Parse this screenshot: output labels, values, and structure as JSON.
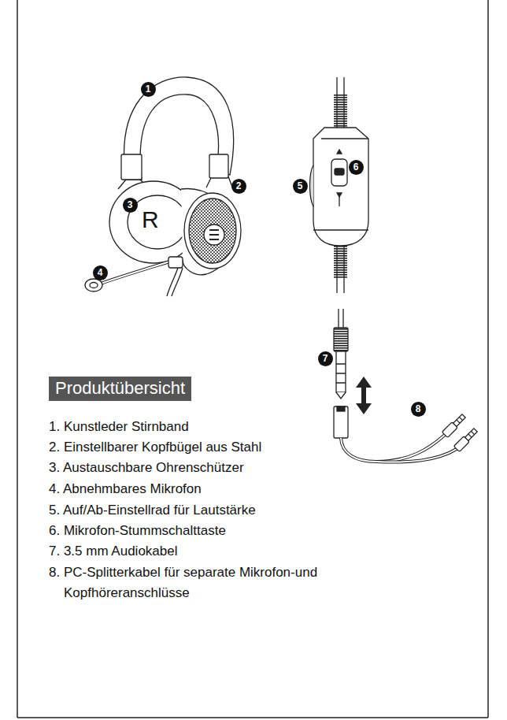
{
  "diagram": {
    "title": "Produktübersicht",
    "labels": [
      "1",
      "2",
      "3",
      "4",
      "5",
      "6",
      "7",
      "8",
      "R",
      "1. Kunstleder Stirnband",
      "2. Einstellbarer Kopfbügel aus Stahl",
      "3. Austauschbare Ohrenschützer",
      "4. Abnehmbares Mikrofon",
      "5. Auf/Ab-Einstellrad für Lautstärke",
      "6. Mikrofon-Stummschalttaste",
      "7. 3.5 mm Audiokabel",
      "8. PC-Splitterkabel für separate Mikrofon-und Kopfhöreranschlüsse"
    ]
  }
}
